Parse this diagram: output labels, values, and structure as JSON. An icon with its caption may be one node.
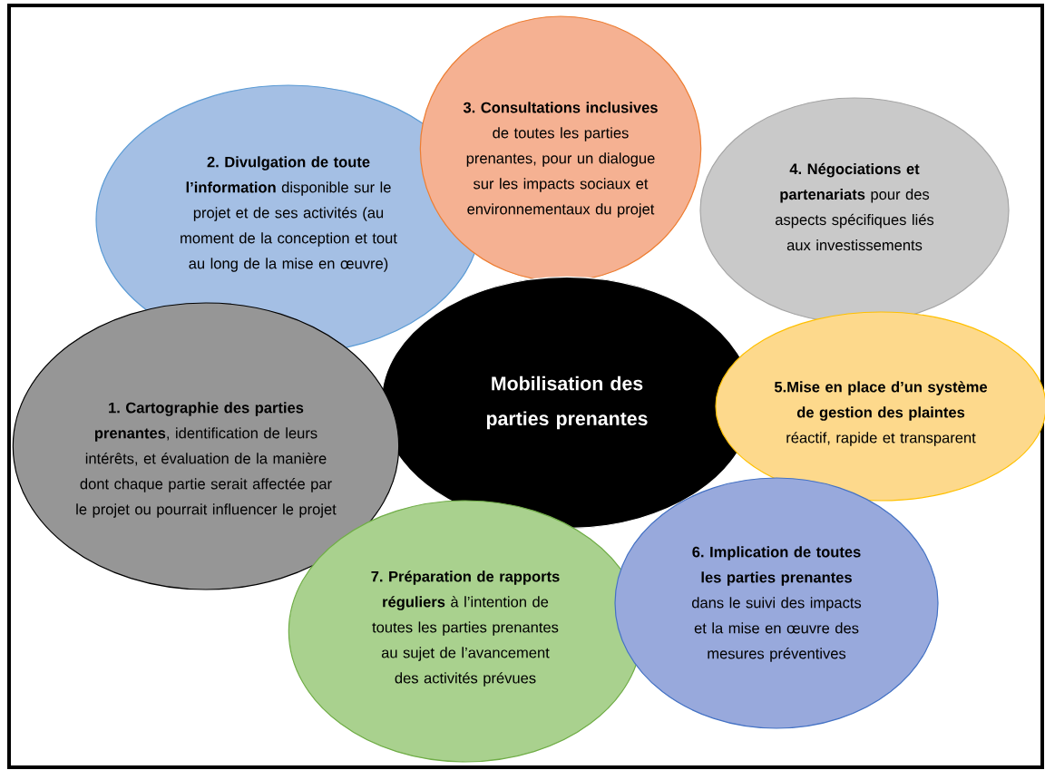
{
  "diagram": {
    "nodes": [
      {
        "text": [
          "Mobilisation des parties prenantes"
        ]
      },
      {
        "text": [
          "**1. Cartographie des parties prenantes**, identification de leurs intérêts, et évaluation de la manière dont chaque partie serait affectée par le projet ou pourrait influencer le projet"
        ]
      },
      {
        "text": [
          "**2. Divulgation de toute l’information** disponible sur le projet et de ses activités (au moment de la conception et tout au long de la mise en œuvre)"
        ]
      },
      {
        "text": [
          "**3. Consultations inclusives** de toutes les parties prenantes, pour un dialogue sur les impacts sociaux et environnementaux du projet"
        ]
      },
      {
        "text": [
          "**4. Négociations et partenariats** pour des aspects spécifiques liés aux investissements"
        ]
      },
      {
        "text": [
          "**5.Mise en place d’un système de gestion des plaintes** réactif, rapide et transparent"
        ]
      },
      {
        "text": [
          "**6. Implication de toutes les parties prenantes** dans le suivi des impacts et la mise en œuvre des mesures préventives"
        ]
      },
      {
        "text": [
          "**7. Préparation de rapports réguliers** à l’intention de toutes les parties prenantes au sujet de l’avancement des activités prévues"
        ]
      }
    ]
  }
}
